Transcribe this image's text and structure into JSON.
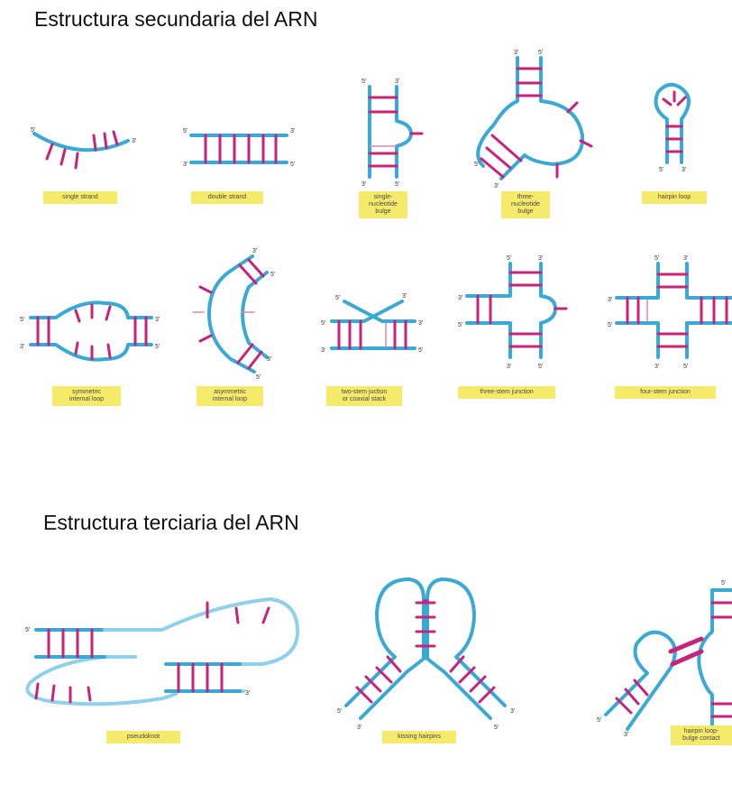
{
  "headings": {
    "secondary": "Estructura secundaria del ARN",
    "tertiary": "Estructura terciaria del ARN"
  },
  "labels": {
    "single_strand": "single strand",
    "double_strand": "double strand",
    "single_bulge": "single-\nnucleotide\nbulge",
    "three_bulge": "three-\nnucleotide\nbulge",
    "hairpin_loop": "hairpin loop",
    "symmetric_loop": "symmetric\ninternal loop",
    "asymmetric_loop": "asymmetric\ninternal loop",
    "two_stem": "two-stem juction\nor coaxial stack",
    "three_stem": "three-stem junction",
    "four_stem": "four-stem junction",
    "pseudoknot": "pseudoknot",
    "kissing": "kissing hairpins",
    "hairpin_bulge": "hairpin loop-\nbulge contact"
  },
  "ends": {
    "five": "5'",
    "three": "3'"
  },
  "colors": {
    "strand": "#3aa9d6",
    "strand_light": "#8fd0ea",
    "base": "#c8237a",
    "label_bg": "#f6ea6b"
  }
}
